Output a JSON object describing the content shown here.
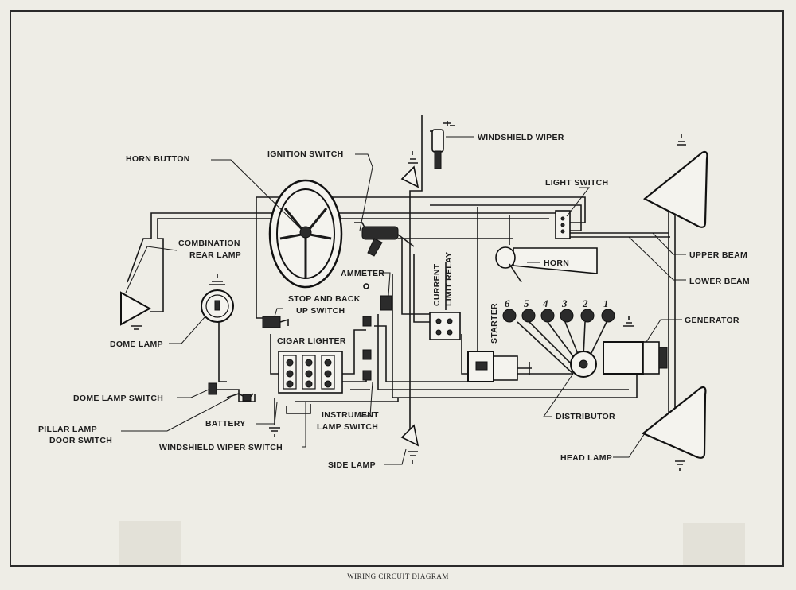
{
  "caption": "WIRING CIRCUIT DIAGRAM",
  "labels": {
    "horn_button": "HORN BUTTON",
    "ignition_switch": "IGNITION SWITCH",
    "windshield_wiper": "WINDSHIELD WIPER",
    "light_switch": "LIGHT SWITCH",
    "combination_rear_lamp_1": "COMBINATION",
    "combination_rear_lamp_2": "REAR LAMP",
    "horn": "HORN",
    "upper_beam": "UPPER BEAM",
    "lower_beam": "LOWER BEAM",
    "ammeter": "AMMETER",
    "current_limit_relay_1": "CURRENT",
    "current_limit_relay_2": "LIMIT RELAY",
    "stop_backup_switch_1": "STOP AND BACK",
    "stop_backup_switch_2": "UP SWITCH",
    "starter": "STARTER",
    "generator": "GENERATOR",
    "dome_lamp": "DOME LAMP",
    "cigar_lighter": "CIGAR LIGHTER",
    "dome_lamp_switch": "DOME LAMP SWITCH",
    "battery": "BATTERY",
    "pillar_lamp_door_switch_1": "PILLAR LAMP",
    "pillar_lamp_door_switch_2": "DOOR SWITCH",
    "instrument_lamp_switch_1": "INSTRUMENT",
    "instrument_lamp_switch_2": "LAMP SWITCH",
    "windshield_wiper_switch": "WINDSHIELD WIPER SWITCH",
    "distributor": "DISTRIBUTOR",
    "side_lamp": "SIDE LAMP",
    "head_lamp": "HEAD LAMP"
  },
  "spark_plug_numbers": [
    "6",
    "5",
    "4",
    "3",
    "2",
    "1"
  ]
}
